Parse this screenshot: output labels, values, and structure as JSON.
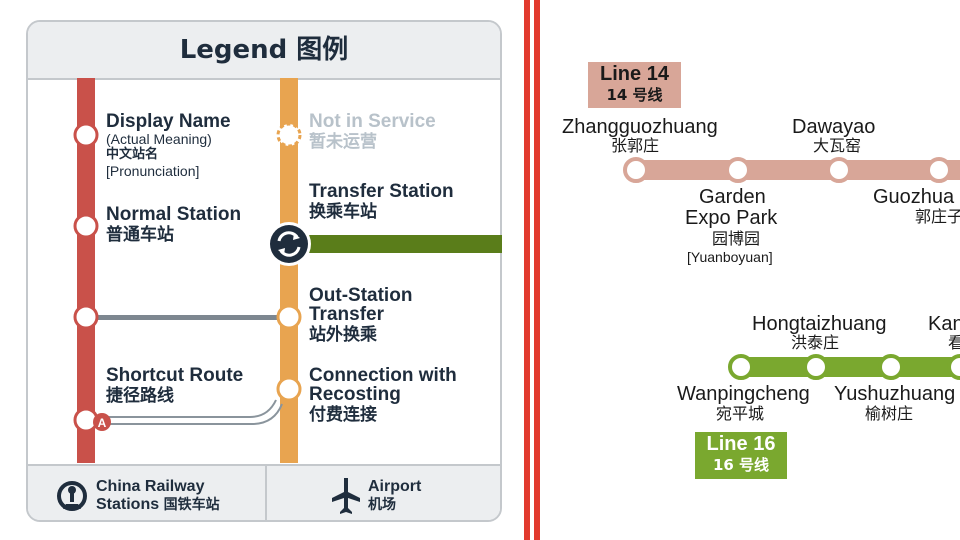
{
  "legend": {
    "title": "Legend 图例",
    "display_name": {
      "name": "Display Name",
      "meaning": "(Actual Meaning)",
      "cn": "中文站名",
      "pronunciation": "[Pronunciation]"
    },
    "not_in_service": {
      "en": "Not in Service",
      "cn": "暂未运营"
    },
    "normal_station": {
      "en": "Normal Station",
      "cn": "普通车站"
    },
    "transfer_station": {
      "en": "Transfer Station",
      "cn": "换乘车站"
    },
    "out_station_transfer": {
      "en_line1": "Out-Station",
      "en_line2": "Transfer",
      "cn": "站外换乘"
    },
    "shortcut_route": {
      "en": "Shortcut Route",
      "cn": "捷径路线",
      "marker": "A"
    },
    "connection_recosting": {
      "en_line1": "Connection with",
      "en_line2": "Recosting",
      "cn": "付费连接"
    },
    "railway": {
      "en_line1": "China Railway",
      "en_line2": "Stations",
      "cn": "国铁车站",
      "icon": "china-railway-icon"
    },
    "airport": {
      "en": "Airport",
      "cn": "机场",
      "icon": "airplane-icon"
    }
  },
  "colors": {
    "line_red": "#c9514a",
    "line_orange": "#e8a450",
    "line_green": "#5a7d1a",
    "line14": "#d8a698",
    "line16": "#7aa82f",
    "divider_red": "#e23a2e",
    "text_dark": "#1f2d3d"
  },
  "map": {
    "line14": {
      "label": "Line 14",
      "label_cn": "14 号线"
    },
    "line16": {
      "label": "Line 16",
      "label_cn": "16 号线"
    },
    "stations": {
      "zhangguozhuang": {
        "en": "Zhangguozhuang",
        "cn": "张郭庄"
      },
      "garden_expo_park": {
        "en_line1": "Garden",
        "en_line2": "Expo Park",
        "cn": "园博园",
        "py": "[Yuanboyuan]"
      },
      "dawayao": {
        "en": "Dawayao",
        "cn": "大瓦窑"
      },
      "guozhuang": {
        "en": "Guozhua",
        "cn": "郭庄子"
      },
      "hongtaizhuang": {
        "en": "Hongtaizhuang",
        "cn": "洪泰庄"
      },
      "wanpingcheng": {
        "en": "Wanpingcheng",
        "cn": "宛平城"
      },
      "yushuzhuang": {
        "en": "Yushuzhuang",
        "cn": "榆树庄"
      },
      "kan": {
        "en": "Kan",
        "cn": "看"
      }
    }
  }
}
